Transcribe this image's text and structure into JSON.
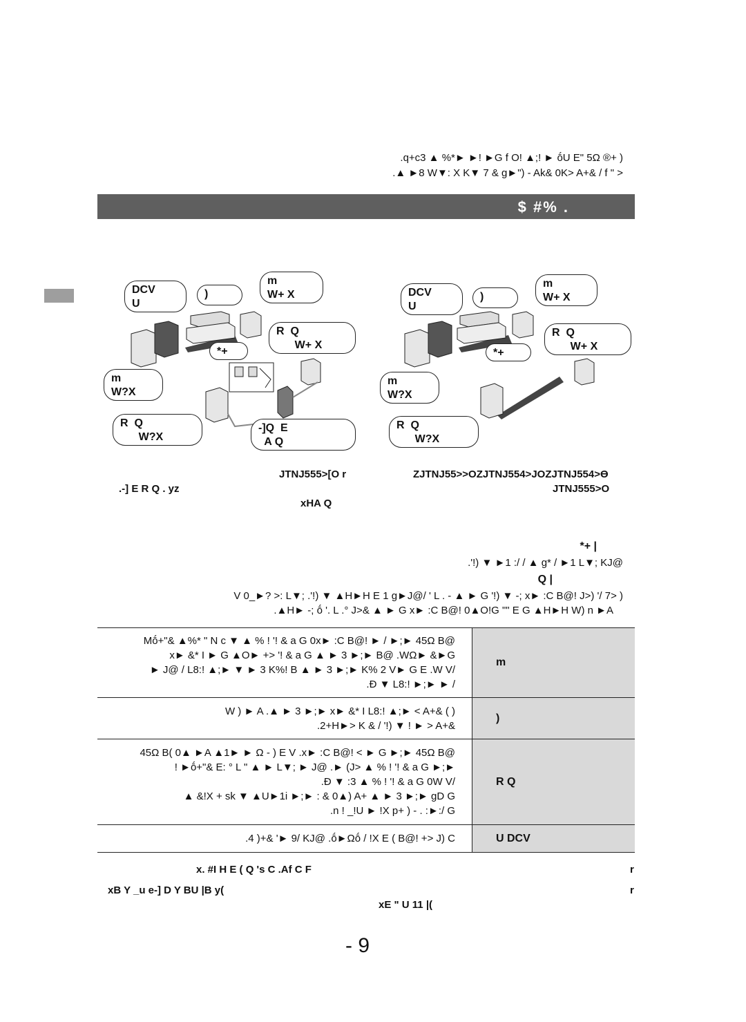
{
  "intro": {
    "line1": ".q+c3 ▲ %*► ►! ►G f O! ▲;! ► ṓU E\" 5Ω ®+ )",
    "line2": ".▲ ►8 W▼: X K▼ 7 & g►\") - Ak& 0K> A+& / f \" >"
  },
  "title_bar": {
    "text": "$ #% ."
  },
  "diagram_left": {
    "labels": [
      "DCV\nU",
      ")",
      "m\nW+ X",
      "R  Q\n      W+ X",
      "*+",
      "m\nW?X",
      "R  Q\n      W?X",
      "-]Q  E\n  A Q"
    ]
  },
  "diagram_right": {
    "labels": [
      "DCV\nU",
      ")",
      "m\nW+ X",
      "R  Q\n      W+ X",
      "*+",
      "m\nW?X",
      "R  Q\n      W?X"
    ]
  },
  "captions": {
    "left_model": "JTNJ555>[O r",
    "left_sub": ".-] E R  Q . yz",
    "left_center": "xHA Q",
    "right_models": "ZJTNJ55>>OZJTNJ554>JOZJTNJ554>Ɵ",
    "right_model2": "JTNJ555>O"
  },
  "notes": {
    "mark1": "*+ |",
    "line1": ".'!) ▼ ►1 :/ / ▲ g* / ►1 L▼; KJ@",
    "mark2": "Q |",
    "line2": "V 0_►? >: L▼; .'!) ▼ ▲H►H E 1 g►J@/ ' L . - ▲ ► G '!) ▼ -; x► :C B@! J>) '/ 7> )",
    "line3": ".▲H► -; ṓ '. L .° J>& ▲ ► G x► :C B@! 0▲O!G \"\" E G ▲H►H W) n ►A"
  },
  "table": {
    "rows": [
      {
        "label": "m",
        "text": "Mṓ+\"& ▲%* \" N c ▼ ▲ % ! '! & a G 0x► :C B@! ► / ►;► 45Ω B@\nx► &* I ► G ▲O► +> '! & a G ▲ ► 3 ►;► B@ .WΩ► &►G\n► J@ / L8:! ▲;► ▼ ► 3 K%! B ▲ ► 3 ►;► K% 2 V► G E .W V/\n.Ɖ ▼ L8:! ►;► ► /"
      },
      {
        "label": ")",
        "text": "W ) ► A .▲ ► 3 ►;► x► &* I L8:! ▲;► < A+& ( )\n.2+H►> K & / '!) ▼ ! ► > A+&"
      },
      {
        "label": "R  Q",
        "text": "45Ω B( 0▲ ►A ▲1► ► Ω - ) E V .x► :C B@! < ► G ►;► 45Ω B@\n! ►ṓ+\"& E: ° L \" ▲ ► L▼; ► J@ .► (J> ▲ % ! '! & a G ►;►\n.Ɖ ▼ :3 ▲ % ! '! & a G 0W V/\n▲ &!X + sk ▼ ▲U►1i ►;► : & 0▲) A+ ▲ ► 3 ►;► gD G\n.n ! _!U ► !X p+ ) - . :►:/ G"
      },
      {
        "label": "U DCV",
        "text": ".4 )+& '► 9/ KJ@ .ṓ►Ωṓ / !X E ( B@! +> J) C"
      }
    ]
  },
  "footer": {
    "row1_left": "x. #I H E ( Q 's C .Af C F",
    "row1_right": "r",
    "row2_left": "xB Y _u e-] D Y BU |B y(",
    "row2_right": "r",
    "row3": "xE \" U 11 |("
  },
  "page_number": "- 9"
}
